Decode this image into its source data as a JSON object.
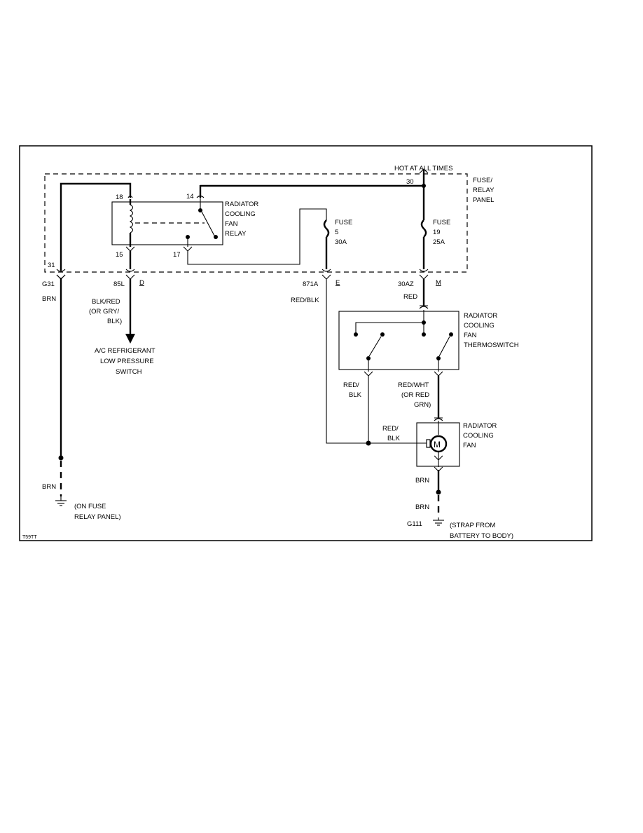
{
  "diagram": {
    "top_note": "HOT AT ALL TIMES",
    "figure_id": "T59TT",
    "panel_label": [
      "FUSE/",
      "RELAY",
      "PANEL"
    ],
    "relay_label": [
      "RADIATOR",
      "COOLING",
      "FAN",
      "RELAY"
    ],
    "fuse5": [
      "FUSE",
      "5",
      "30A"
    ],
    "fuse19": [
      "FUSE",
      "19",
      "25A"
    ],
    "thermoswitch_label": [
      "RADIATOR",
      "COOLING",
      "FAN",
      "THERMOSWITCH"
    ],
    "fan_label": [
      "RADIATOR",
      "COOLING",
      "FAN"
    ],
    "motor_symbol": "M",
    "pins": {
      "p18": "18",
      "p14": "14",
      "p15": "15",
      "p17": "17",
      "p31": "31",
      "p30": "30"
    },
    "connectors": {
      "g31": "G31",
      "c85l": "85L",
      "d": "D",
      "c871a": "871A",
      "e": "E",
      "c30az": "30AZ",
      "m": "M"
    },
    "wires": {
      "brn_left": "BRN",
      "brn_left_lower": "BRN",
      "blk_red": [
        "BLK/RED",
        "(OR GRY/",
        "BLK)"
      ],
      "red_blk_fuse": "RED/BLK",
      "red": "RED",
      "red_blk_thermo": [
        "RED/",
        "BLK"
      ],
      "red_wht": [
        "RED/WHT",
        "(OR RED",
        "GRN)"
      ],
      "red_blk_fan": [
        "RED/",
        "BLK"
      ],
      "brn_fan1": "BRN",
      "brn_fan2": "BRN"
    },
    "ac_switch": [
      "A/C REFRIGERANT",
      "LOW PRESSURE",
      "SWITCH"
    ],
    "ground_left": [
      "(ON FUSE",
      "RELAY PANEL)"
    ],
    "ground_right_id": "G111",
    "ground_right": [
      "(STRAP FROM",
      "BATTERY TO BODY)"
    ]
  }
}
